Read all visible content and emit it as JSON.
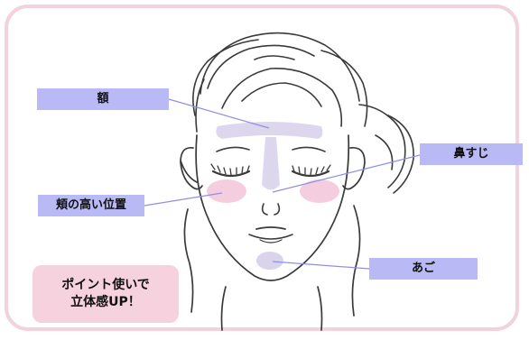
{
  "labels": {
    "forehead": "額",
    "nose_bridge": "鼻すじ",
    "cheek_high": "頬の高い位置",
    "chin": "あご"
  },
  "callout": {
    "line1": "ポイント使いで",
    "line2": "立体感UP！"
  },
  "colors": {
    "frame_border": "#f3d1dd",
    "label_bg": "#b9b9f5",
    "leader_line": "#8f8fe6",
    "highlight_lavender": "#d9d3ec",
    "blush_pink": "#f4cede",
    "callout_bg": "#f6d2df",
    "sketch_line": "#3a3a3a"
  }
}
